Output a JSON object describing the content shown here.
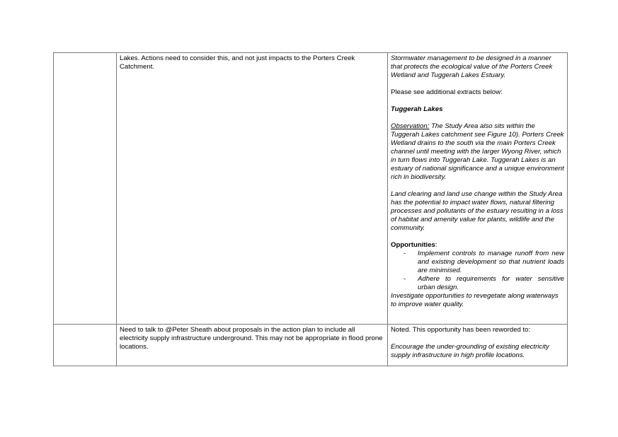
{
  "table": {
    "row1": {
      "col1": "",
      "col2": "Lakes. Actions need to consider this, and not just impacts to the Porters Creek Catchment.",
      "col3": {
        "intro": "Stormwater management to be designed in a manner that protects the ecological value of the Porters Creek Wetland and Tuggerah Lakes Estuary.",
        "extracts_note": "Please see additional extracts below:",
        "heading": "Tuggerah Lakes",
        "observation_label": "Observation:",
        "observation_text": " The Study Area also sits within the Tuggerah Lakes catchment see Figure 10). Porters Creek Wetland drains to the south via the main Porters Creek channel until meeting with the larger Wyong River, which in turn flows into Tuggerah Lake. Tuggerah Lakes is an estuary of national significance and a unique environment rich in biodiversity.",
        "land_clearing": "Land clearing and land use change within the Study Area has the potential to impact water flows, natural filtering processes and pollutants of the estuary resulting in a loss of habitat and amenity value for plants, wildlife and the community.",
        "opportunities_label": "Opportunities",
        "opportunities_colon": ":",
        "bullet_dash": "-",
        "opportunities": [
          "Implement controls to manage runoff from new and existing development so that nutrient loads are minimised.",
          "Adhere to requirements for water sensitive urban design."
        ],
        "investigate": "Investigate opportunities to revegetate along waterways to improve water quality."
      }
    },
    "row2": {
      "col1": "",
      "col2": "Need to talk to @Peter Sheath about proposals in the action plan to include all electricity supply infrastructure underground.  This may not be appropriate in flood prone locations.",
      "col3": {
        "noted": "Noted. This opportunity has been reworded to:",
        "reworded": "Encourage the under-grounding of existing electricity supply infrastructure in high profile locations."
      }
    }
  }
}
